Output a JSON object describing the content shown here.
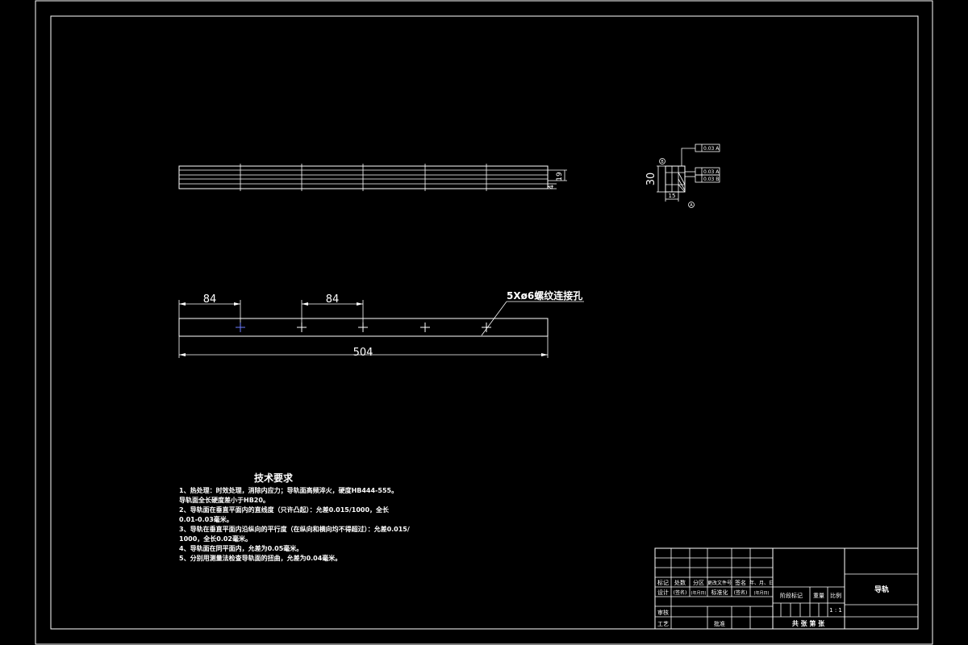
{
  "top_view": {
    "height_label": "19",
    "thickness_label": "4"
  },
  "section_view": {
    "height_label": "30",
    "width_label": "15",
    "tol1": "0.03 A",
    "tol2": "0.03 A",
    "tol3": "0.03 B",
    "datum_a": "A",
    "datum_b": "B"
  },
  "front_view": {
    "dim_left": "84",
    "dim_mid": "84",
    "dim_total": "504",
    "hole_note": "5Xø6螺纹连接孔"
  },
  "requirements": {
    "title": "技术要求",
    "lines": [
      "1、热处理：时效处理，消除内应力；导轨面高频淬火，硬度HB444-555。",
      "   导轨面全长硬度差小于HB20。",
      "2、导轨面在垂直平面内的直线度（只许凸起）：允差0.015/1000，全长",
      "   0.01-0.03毫米。",
      "3、导轨在垂直平面内沿纵向的平行度（在纵向和横向均不得超过）：允差0.015/",
      "   1000，全长0.02毫米。",
      "4、导轨面在同平面内，允差为0.05毫米。",
      "5、分别用测量法检查导轨面的扭曲，允差为0.04毫米。"
    ]
  },
  "title_block": {
    "part_name": "导轨",
    "row1": [
      "标记",
      "处数",
      "分区",
      "更改文件号",
      "签名",
      "年、月、日"
    ],
    "row2": [
      "设计",
      "(签名)",
      "(年月日)",
      "标准化",
      "(签名)",
      "(年月日)"
    ],
    "stage": "阶段标记",
    "weight": "重量",
    "scale": "比例",
    "scale_value": "1 : 1",
    "review": "审核",
    "process": "工艺",
    "approve": "批准",
    "sheets": "共  张  第  张"
  }
}
